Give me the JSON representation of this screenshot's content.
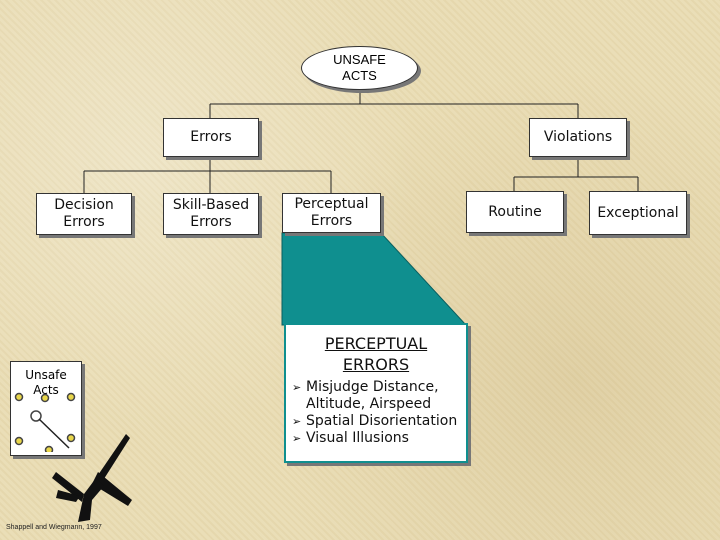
{
  "root": {
    "label": "UNSAFE\nACTS"
  },
  "level1": {
    "errors": "Errors",
    "violations": "Violations"
  },
  "level2": {
    "decision_errors": "Decision\nErrors",
    "skill_based_errors": "Skill-Based\nErrors",
    "perceptual_errors": "Perceptual\nErrors",
    "routine": "Routine",
    "exceptional": "Exceptional"
  },
  "detail": {
    "title": "PERCEPTUAL\nERRORS",
    "items": [
      "Misjudge Distance,\nAltitude, Airspeed",
      "Spatial Disorientation",
      "Visual Illusions"
    ]
  },
  "legend": {
    "label": "Unsafe\nActs"
  },
  "citation": "Shappell and Wiegmann, 1997",
  "colors": {
    "teal": "#0f8f8f",
    "background": "#e9dcb3"
  },
  "icons": [
    "aircraft-silhouette-icon"
  ]
}
